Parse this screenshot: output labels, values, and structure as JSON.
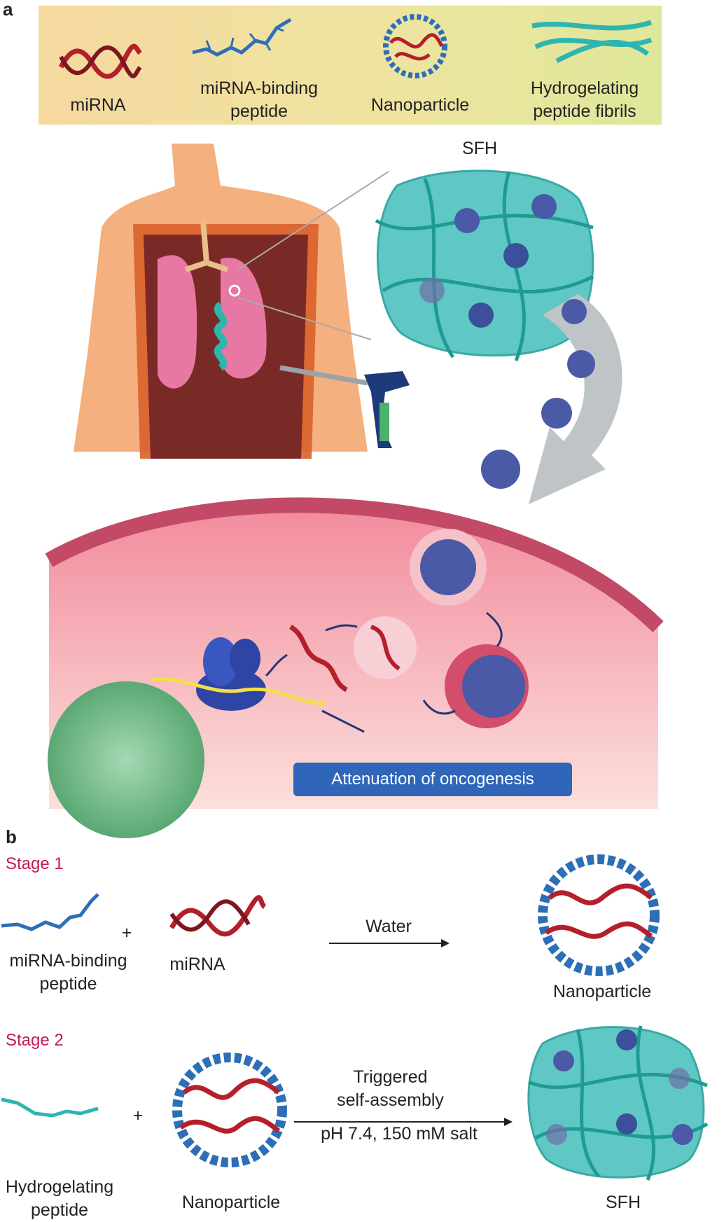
{
  "panel_a": {
    "letter": "a",
    "legend": [
      {
        "label": "miRNA"
      },
      {
        "label_line1": "miRNA-binding",
        "label_line2": "peptide"
      },
      {
        "label": "Nanoparticle"
      },
      {
        "label_line1": "Hydrogelating",
        "label_line2": "peptide fibrils"
      }
    ],
    "sfh_label": "SFH",
    "outcome_label": "Attenuation of oncogenesis"
  },
  "panel_b": {
    "letter": "b",
    "stage1": {
      "title": "Stage 1",
      "reactant1_line1": "miRNA-binding",
      "reactant1_line2": "peptide",
      "plus": "+",
      "reactant2": "miRNA",
      "condition": "Water",
      "product": "Nanoparticle"
    },
    "stage2": {
      "title": "Stage 2",
      "reactant1_line1": "Hydrogelating",
      "reactant1_line2": "peptide",
      "plus": "+",
      "reactant2": "Nanoparticle",
      "condition_line1": "Triggered",
      "condition_line2": "self-assembly",
      "condition_line3": "pH 7.4, 150 mM salt",
      "product": "SFH"
    }
  },
  "colors": {
    "mirna_red": "#b3202c",
    "peptide_blue": "#2d6fb7",
    "hydrogel_teal": "#2fb5b0",
    "cell_pink": "#f29aa6",
    "nucleus_green": "#6fbf8a",
    "outcome_blue": "#2f66b9",
    "stage_magenta": "#c2185b"
  }
}
